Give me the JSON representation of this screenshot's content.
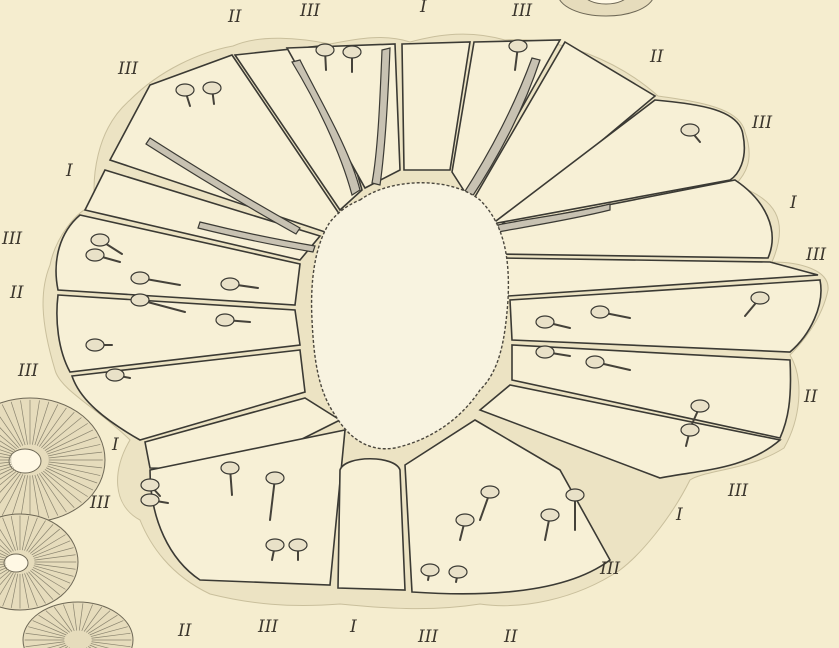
{
  "labels": {
    "top_II_left": "II",
    "top_III_left": "III",
    "top_I": "I",
    "top_III_right": "III",
    "top_II_right": "II",
    "upper_left_III": "III",
    "right_III_upper": "III",
    "left_I_upper": "I",
    "right_I": "I",
    "left_III_mid": "III",
    "right_III_mid": "III",
    "left_II": "II",
    "left_III_lower": "III",
    "right_II": "II",
    "left_I_lower": "I",
    "right_III_lower": "III",
    "left_III_bottom": "III",
    "right_I_lower": "I",
    "right_III_bottom": "III",
    "bottom_II_left": "II",
    "bottom_III_left": "III",
    "bottom_I": "I",
    "bottom_III_right": "III",
    "bottom_II_right": "II"
  },
  "colors": {
    "paper": "#f5edcf",
    "ink": "#3b3a34",
    "mesentery_fill": "#c8c2b2"
  }
}
